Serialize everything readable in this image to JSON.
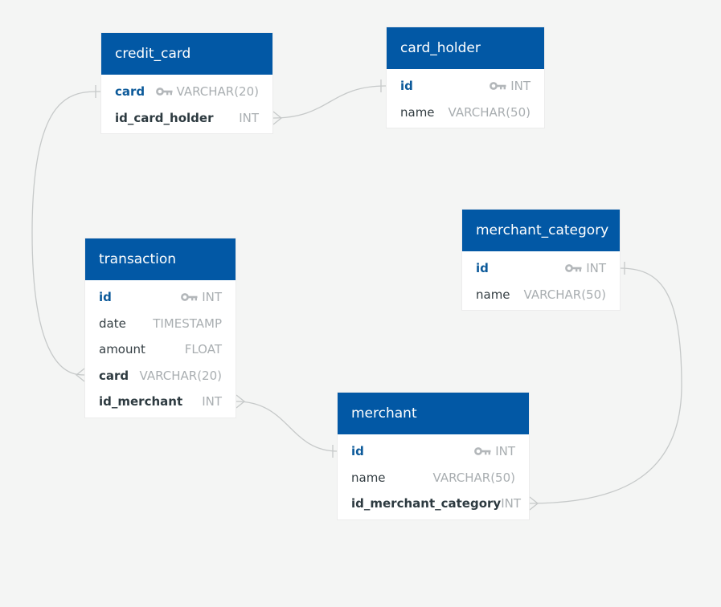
{
  "colors": {
    "canvas": "#f4f5f4",
    "header": "#0258a5",
    "primary_key_text": "#0c5a9a",
    "type_text": "#a9aeb1",
    "connector": "#c6c9c9"
  },
  "tables": {
    "credit_card": {
      "title": "credit_card",
      "rows": [
        {
          "name": "card",
          "type": "VARCHAR(20)",
          "icon": "key-icon"
        },
        {
          "name": "id_card_holder",
          "type": "INT"
        }
      ]
    },
    "card_holder": {
      "title": "card_holder",
      "rows": [
        {
          "name": "id",
          "type": "INT",
          "icon": "key-icon"
        },
        {
          "name": "name",
          "type": "VARCHAR(50)"
        }
      ]
    },
    "transaction": {
      "title": "transaction",
      "rows": [
        {
          "name": "id",
          "type": "INT",
          "icon": "key-icon"
        },
        {
          "name": "date",
          "type": "TIMESTAMP"
        },
        {
          "name": "amount",
          "type": "FLOAT"
        },
        {
          "name": "card",
          "type": "VARCHAR(20)"
        },
        {
          "name": "id_merchant",
          "type": "INT"
        }
      ]
    },
    "merchant_category": {
      "title": "merchant_category",
      "rows": [
        {
          "name": "id",
          "type": "INT",
          "icon": "key-icon"
        },
        {
          "name": "name",
          "type": "VARCHAR(50)"
        }
      ]
    },
    "merchant": {
      "title": "merchant",
      "rows": [
        {
          "name": "id",
          "type": "INT",
          "icon": "key-icon"
        },
        {
          "name": "name",
          "type": "VARCHAR(50)"
        },
        {
          "name": "id_merchant_category",
          "type": "INT"
        }
      ]
    }
  }
}
